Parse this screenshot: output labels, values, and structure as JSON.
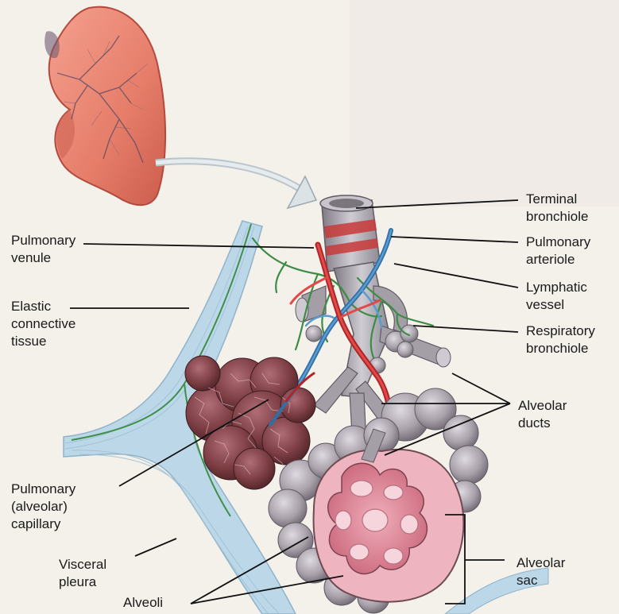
{
  "labels": {
    "terminal_bronchiole": "Terminal\nbronchiole",
    "pulmonary_arteriole": "Pulmonary\narteriole",
    "lymphatic_vessel": "Lymphatic\nvessel",
    "respiratory_bronchiole": "Respiratory\nbronchiole",
    "alveolar_ducts": "Alveolar\nducts",
    "alveolar_sac": "Alveolar\nsac",
    "pulmonary_venule": "Pulmonary\nvenule",
    "elastic_connective_tissue": "Elastic\nconnective\ntissue",
    "pulmonary_capillary": "Pulmonary\n(alveolar)\ncapillary",
    "visceral_pleura": "Visceral\npleura",
    "alveoli": "Alveoli"
  },
  "colors": {
    "background": "#f6f2ec",
    "lung": "#e07f6e",
    "artery": "#cf2f2f",
    "vein": "#2f78b3",
    "lymph": "#2f8b46",
    "pleura": "#b9d7e8",
    "alveolus": "#a7a1a8",
    "alveolus_interior": "#d77b8d",
    "leader": "#111111"
  },
  "icons": {
    "lung": "lung-illustration",
    "pointer": "curved-arrow-icon",
    "bronchiole": "bronchiole-illustration",
    "capillary_cluster": "capillary-network-illustration",
    "alveolar_sac": "alveolar-sac-illustration"
  }
}
